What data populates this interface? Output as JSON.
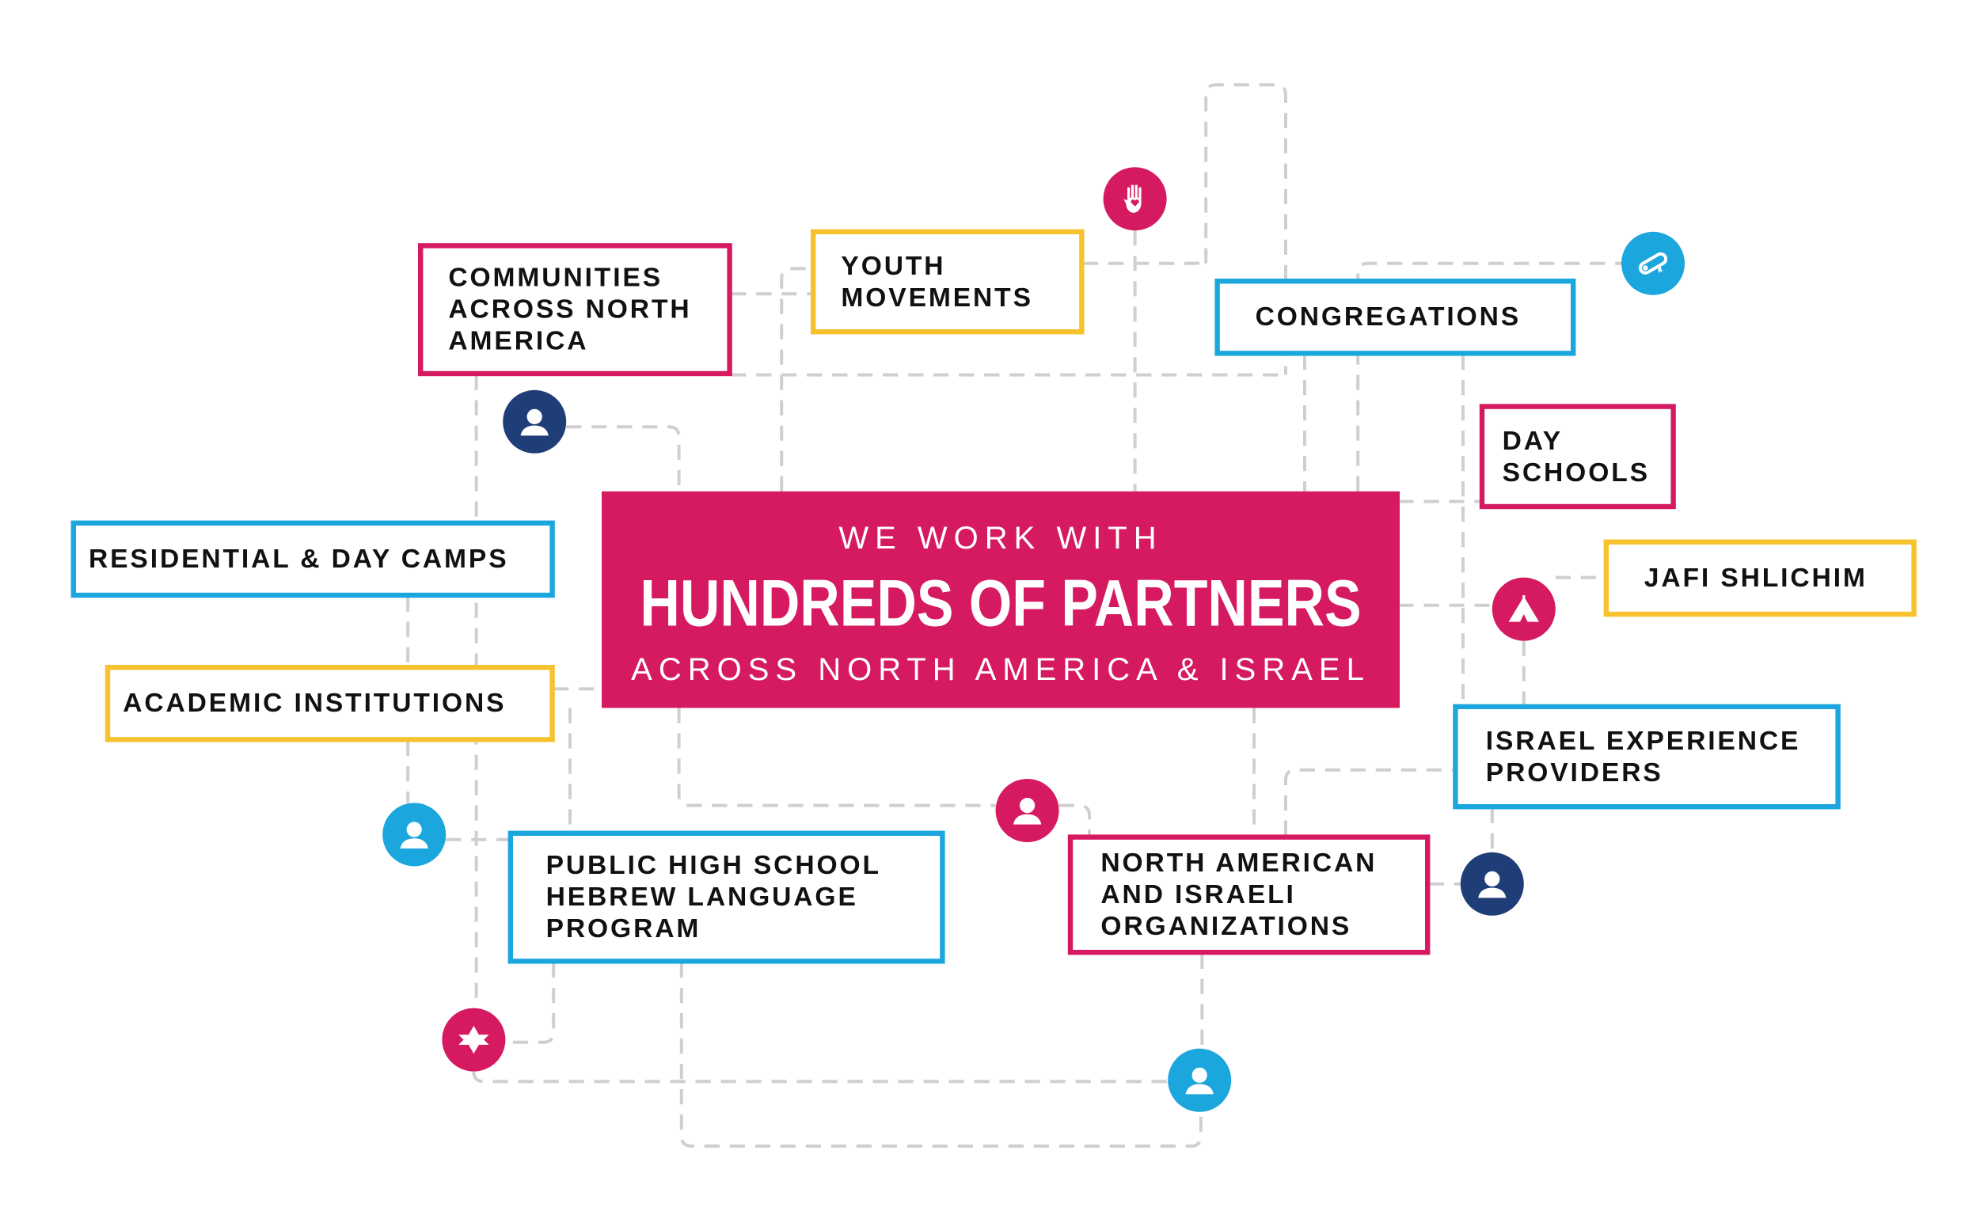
{
  "center": {
    "line1": "WE WORK WITH",
    "line2": "HUNDREDS OF PARTNERS",
    "line3": "ACROSS NORTH AMERICA & ISRAEL"
  },
  "partners": [
    {
      "label": "COMMUNITIES\nACROSS NORTH\nAMERICA",
      "color": "pink"
    },
    {
      "label": "YOUTH\nMOVEMENTS",
      "color": "yellow"
    },
    {
      "label": "CONGREGATIONS",
      "color": "blue"
    },
    {
      "label": "DAY\nSCHOOLS",
      "color": "pink"
    },
    {
      "label": "JAFI SHLICHIM",
      "color": "yellow"
    },
    {
      "label": "ISRAEL EXPERIENCE\nPROVIDERS",
      "color": "blue"
    },
    {
      "label": "NORTH AMERICAN\nAND ISRAELI\nORGANIZATIONS",
      "color": "pink"
    },
    {
      "label": "PUBLIC HIGH SCHOOL\nHEBREW LANGUAGE\nPROGRAM",
      "color": "blue"
    },
    {
      "label": "ACADEMIC INSTITUTIONS",
      "color": "yellow"
    },
    {
      "label": "RESIDENTIAL & DAY CAMPS",
      "color": "blue"
    }
  ],
  "colors": {
    "pink": "#d61a61",
    "blue": "#1ca6de",
    "yellow": "#f6c22e",
    "navy": "#1f3e78",
    "line": "#cfcfcf"
  }
}
